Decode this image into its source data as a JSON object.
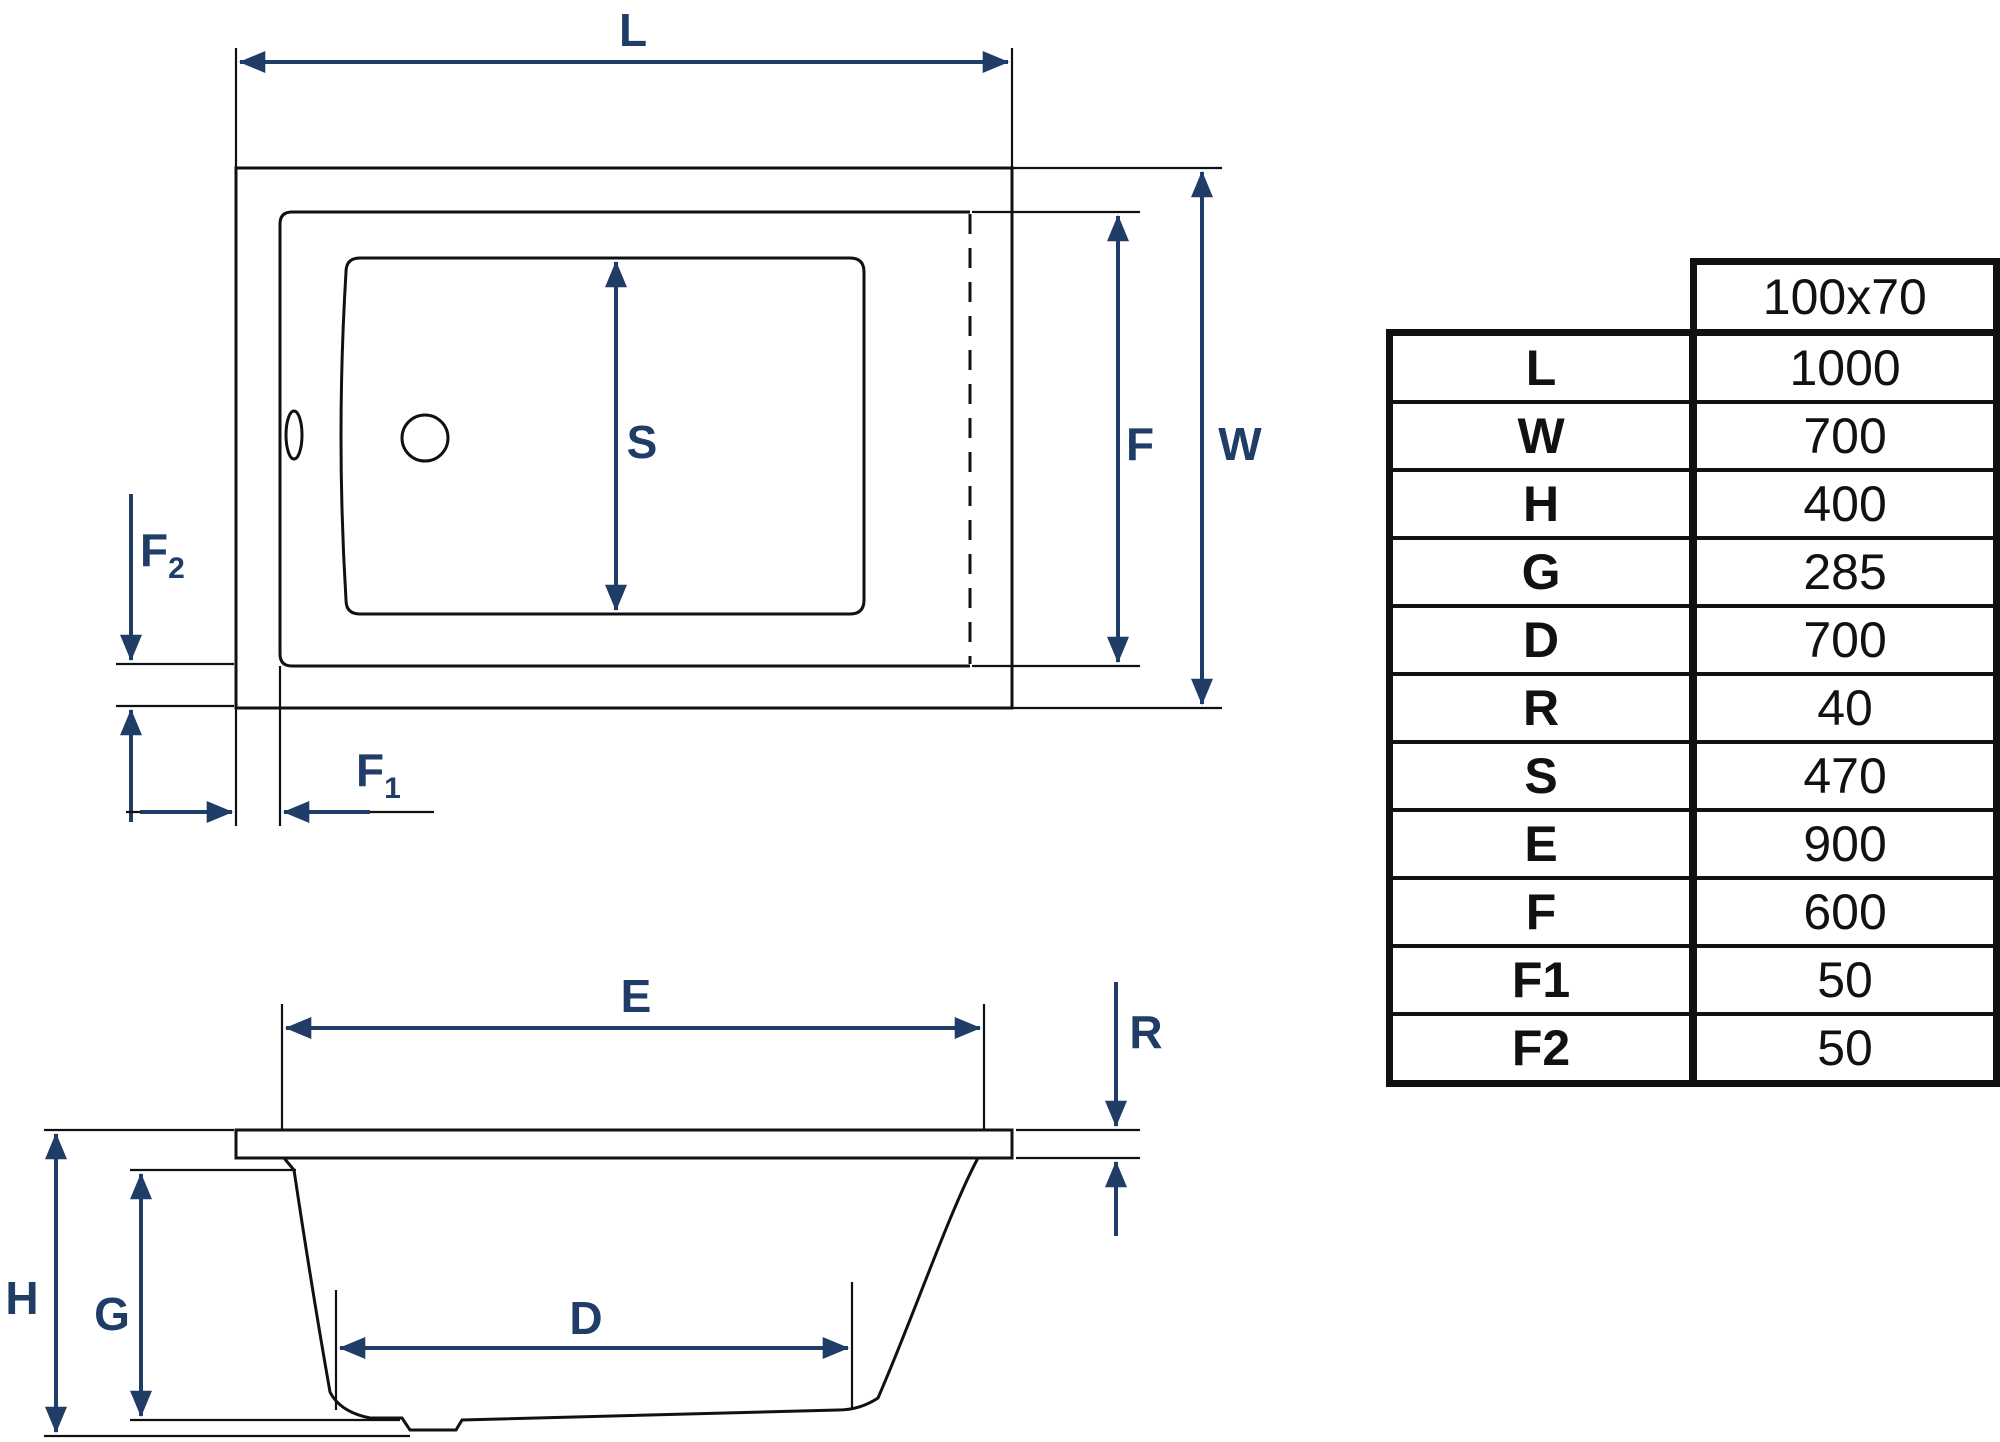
{
  "labels": {
    "L": "L",
    "W": "W",
    "F": "F",
    "S": "S",
    "F2_main": "F",
    "F2_sub": "2",
    "F1_main": "F",
    "F1_sub": "1",
    "E": "E",
    "R": "R",
    "H": "H",
    "G": "G",
    "D": "D"
  },
  "table": {
    "size_header": "100x70",
    "rows": [
      {
        "key": "L",
        "value": "1000"
      },
      {
        "key": "W",
        "value": "700"
      },
      {
        "key": "H",
        "value": "400"
      },
      {
        "key": "G",
        "value": "285"
      },
      {
        "key": "D",
        "value": "700"
      },
      {
        "key": "R",
        "value": "40"
      },
      {
        "key": "S",
        "value": "470"
      },
      {
        "key": "E",
        "value": "900"
      },
      {
        "key": "F",
        "value": "600"
      },
      {
        "key": "F1",
        "value": "50"
      },
      {
        "key": "F2",
        "value": "50"
      }
    ]
  },
  "colors": {
    "dimension": "#1f3d66",
    "outline": "#111111"
  }
}
